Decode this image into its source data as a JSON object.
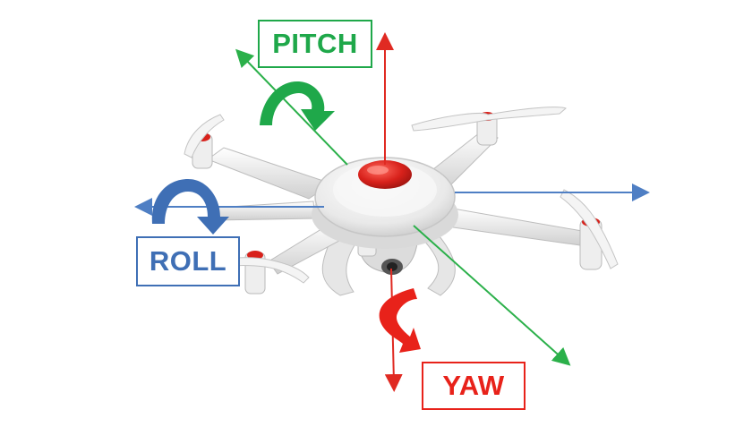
{
  "labels": {
    "pitch": "PITCH",
    "roll": "ROLL",
    "yaw": "YAW"
  },
  "colors": {
    "pitch": "#1fa84a",
    "roll": "#3f6fb5",
    "yaw": "#e8221a",
    "pitch_axis": "#2bb04a",
    "roll_axis": "#4f7fc4",
    "yaw_axis": "#e02a22",
    "drone_body": "#f0f0f0",
    "drone_accent": "#d8211b"
  },
  "icons": {
    "pitch_rotation": "curved-arrow-icon",
    "roll_rotation": "curved-arrow-icon",
    "yaw_rotation": "curved-arrow-icon"
  }
}
